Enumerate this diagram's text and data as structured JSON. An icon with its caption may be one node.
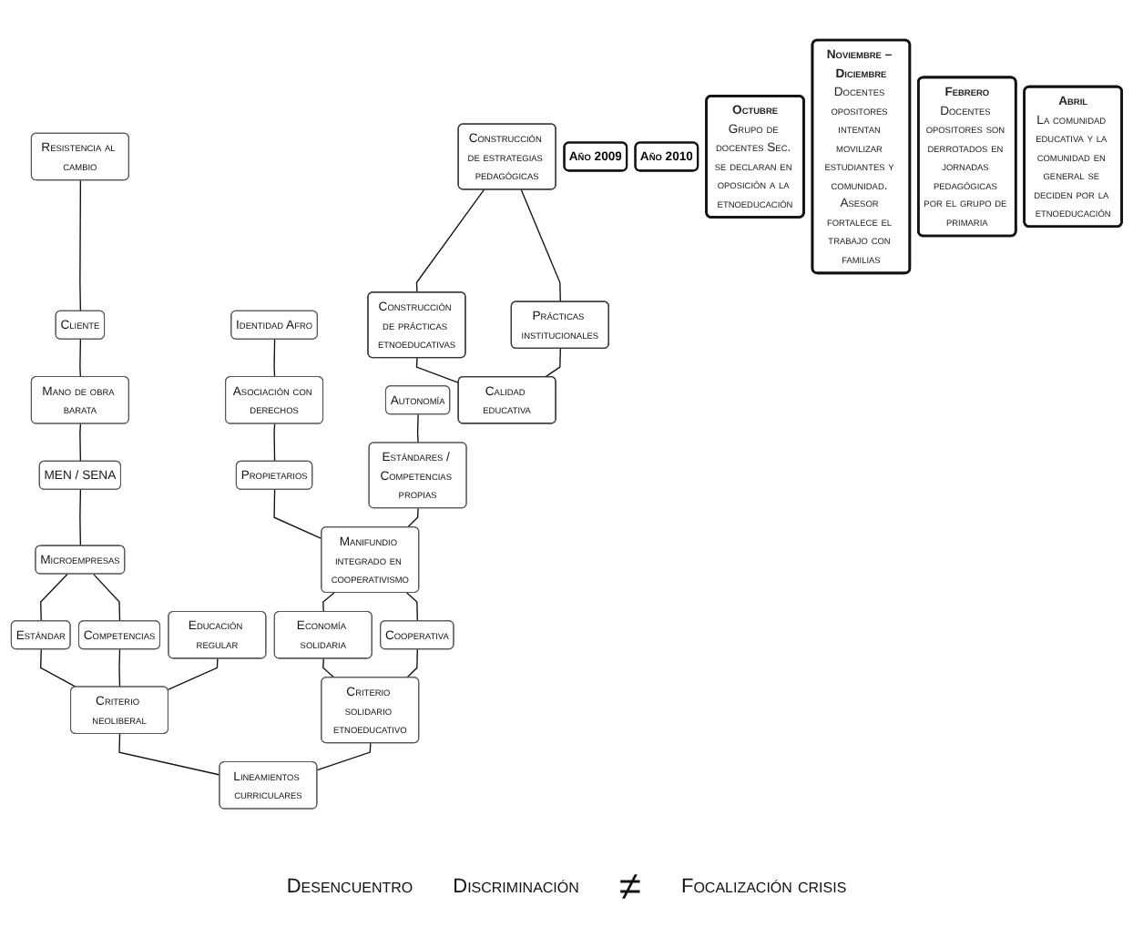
{
  "diagram": {
    "nodes": [
      {
        "text": [
          "Construcción de estrategias pedagógicas"
        ]
      },
      {
        "text": [
          "Construcción de prácticas etnoeducativas"
        ]
      },
      {
        "text": [
          "Resistencia al cambio"
        ]
      },
      {
        "text": [
          "Identidad Afro"
        ]
      },
      {
        "text": [
          "Cliente"
        ]
      },
      {
        "text": [
          "Asociación con derechos"
        ]
      },
      {
        "text": [
          "Autonomía"
        ]
      },
      {
        "text": [
          "Mano de obra barata"
        ]
      },
      {
        "text": [
          "Propietarios"
        ]
      },
      {
        "text": [
          "Estándares / Competencias propias"
        ]
      },
      {
        "text": [
          "MEN / SENA"
        ]
      },
      {
        "text": [
          "Microempresas"
        ]
      },
      {
        "text": [
          "Manifundio integrado en cooperativismo"
        ]
      },
      {
        "text": [
          "Estándar"
        ]
      },
      {
        "text": [
          "Competencias"
        ]
      },
      {
        "text": [
          "Economía solidaria"
        ]
      },
      {
        "text": [
          "Cooperativa"
        ]
      },
      {
        "text": [
          "Educación regular"
        ]
      },
      {
        "text": [
          "Criterio neoliberal"
        ]
      },
      {
        "text": [
          "Lineamientos curriculares"
        ]
      },
      {
        "text": [
          "Criterio solidario etnoeducativo"
        ]
      },
      {
        "text": [
          "Prácticas institucionales"
        ]
      },
      {
        "text": [
          "Calidad educativa"
        ]
      },
      {
        "text": [
          "Año 2009"
        ]
      },
      {
        "text": [
          "Año 2010"
        ]
      },
      {
        "text": [
          "Octubre",
          "Grupo de docentes Sec. se declaran en oposición a la etnoeducación"
        ]
      },
      {
        "text": [
          "Noviembre – Diciembre",
          "Docentes opositores intentan movilizar estudiantes y comunidad. Asesor fortalece el trabajo con familias"
        ]
      },
      {
        "text": [
          "Febrero",
          "Docentes opositores son derrotados en jornadas pedagógicas por el grupo de primaria"
        ]
      },
      {
        "text": [
          "Abril",
          "La comunidad educativa y la comunidad en general se deciden por la etnoeducación"
        ]
      }
    ],
    "edges": [
      {
        "from": 0,
        "to": 1,
        "arrow": "none"
      },
      {
        "from": 0,
        "to": 21,
        "arrow": "none"
      },
      {
        "from": 1,
        "to": 22,
        "arrow": "none"
      },
      {
        "from": 2,
        "to": 4,
        "arrow": "none"
      },
      {
        "from": 3,
        "to": 5,
        "arrow": "none"
      },
      {
        "from": 4,
        "to": 7,
        "arrow": "none"
      },
      {
        "from": 5,
        "to": 8,
        "arrow": "none"
      },
      {
        "from": 6,
        "to": 9,
        "arrow": "none"
      },
      {
        "from": 7,
        "to": 10,
        "arrow": "none"
      },
      {
        "from": 8,
        "to": 12,
        "arrow": "none"
      },
      {
        "from": 9,
        "to": 12,
        "arrow": "none"
      },
      {
        "from": 10,
        "to": 11,
        "arrow": "none"
      },
      {
        "from": 11,
        "to": 13,
        "arrow": "none"
      },
      {
        "from": 11,
        "to": 14,
        "arrow": "none"
      },
      {
        "from": 12,
        "to": 15,
        "arrow": "none"
      },
      {
        "from": 12,
        "to": 16,
        "arrow": "none"
      },
      {
        "from": 13,
        "to": 18,
        "arrow": "none"
      },
      {
        "from": 14,
        "to": 18,
        "arrow": "none"
      },
      {
        "from": 15,
        "to": 20,
        "arrow": "none"
      },
      {
        "from": 16,
        "to": 20,
        "arrow": "none"
      },
      {
        "from": 17,
        "to": 18,
        "arrow": "none"
      },
      {
        "from": 18,
        "to": 19,
        "arrow": "none"
      },
      {
        "from": 20,
        "to": 19,
        "arrow": "none"
      },
      {
        "from": 21,
        "to": 22,
        "arrow": "none"
      }
    ],
    "labels": [
      "Desencuentro",
      "Discriminación",
      "≠",
      "Focalización crisis"
    ]
  }
}
